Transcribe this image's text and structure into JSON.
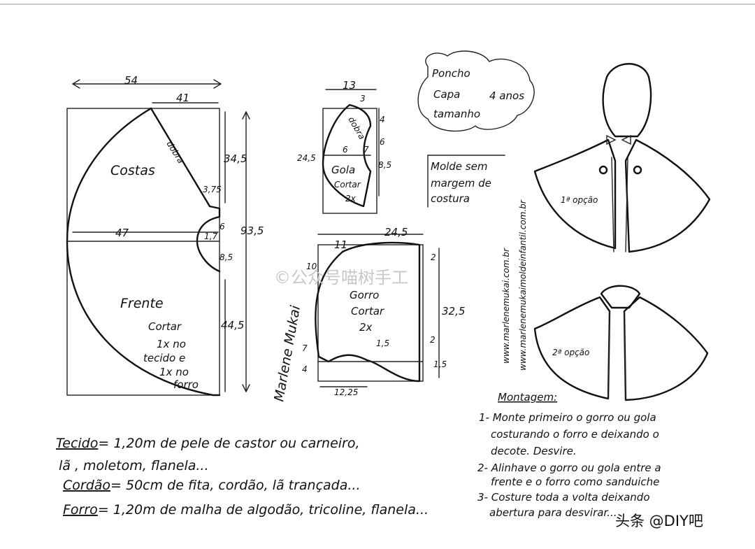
{
  "poncho": {
    "title": [
      "Poncho",
      "Capa",
      "tamanho"
    ],
    "size": "4 anos"
  },
  "molde_note": [
    "Molde sem",
    "margem de",
    "costura"
  ],
  "back_piece": {
    "label": "Costas",
    "fold": "dobra",
    "dims": {
      "top_width": "54",
      "top_inner": "41",
      "mid_width": "47",
      "left_section": "34,5",
      "neck_a": "3,75",
      "neck_b": "6",
      "neck_c": "8,5",
      "lower_section": "44,5",
      "total_height": "93,5",
      "tiny": "1,7"
    }
  },
  "front_piece": {
    "label": "Frente",
    "instructions": [
      "Cortar",
      "1x no",
      "tecido e",
      "1x no",
      "forro"
    ]
  },
  "collar": {
    "label": [
      "Gola",
      "Cortar",
      "2x"
    ],
    "fold": "dobra",
    "dims": {
      "width": "13",
      "top": "3",
      "height": "24,5",
      "mid": "6",
      "d4": "4",
      "d6": "6",
      "d85": "8,5",
      "d7": "7"
    }
  },
  "hood": {
    "label": [
      "Gorro",
      "Cortar",
      "2x"
    ],
    "dims": {
      "width": "24,5",
      "top_left": "11",
      "top_right": "2",
      "left": "10",
      "height": "32,5",
      "bottom_a": "1,5",
      "bottom_b": "2",
      "bottom_c": "1,5",
      "left_bottom": "7",
      "left_base": "4",
      "base": "12,25"
    }
  },
  "options": {
    "first": "1ª opção",
    "second": "2ª opção"
  },
  "websites": [
    "www.marlenemukai.com.br",
    "www.marlenemukaimoldeinfantil.com.br"
  ],
  "signature": "Marlene Mukai",
  "materials": [
    {
      "key": "Tecido",
      "text": "= 1,20m de pele de castor ou carneiro,"
    },
    {
      "key": "",
      "text": "lã , moletom, flanela..."
    },
    {
      "key": "Cordão",
      "text": "= 50cm de fita, cordão, lã trançada..."
    },
    {
      "key": "Forro",
      "text": "= 1,20m de malha de algodão, tricoline, flanela..."
    }
  ],
  "assembly": {
    "title": "Montagem:",
    "steps": [
      "1- Monte primeiro o gorro ou gola",
      "costurando o forro e deixando o",
      "decote. Desvire.",
      "2- Alinhave o gorro ou gola entre a",
      "frente e o forro como sanduiche",
      "3- Costure toda a volta deixando",
      "abertura para desvirar..."
    ]
  },
  "watermark": "©公众号喵树手工",
  "credit": "头条 @DIY吧"
}
